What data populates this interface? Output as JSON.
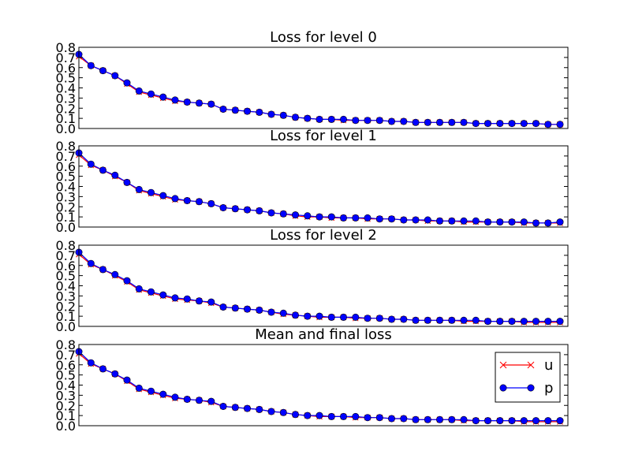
{
  "colors": {
    "u": "#ff0000",
    "p": "#0000ff",
    "axes": "#000000",
    "background": "#ffffff"
  },
  "chart_data": [
    {
      "type": "line",
      "title": "Loss for level 0",
      "ylim": [
        0.0,
        0.8
      ],
      "yticks": [
        "0.0",
        "0.1",
        "0.2",
        "0.3",
        "0.4",
        "0.5",
        "0.6",
        "0.7",
        "0.8"
      ],
      "x": [
        0,
        1,
        2,
        3,
        4,
        5,
        6,
        7,
        8,
        9,
        10,
        11,
        12,
        13,
        14,
        15,
        16,
        17,
        18,
        19,
        20,
        21,
        22,
        23,
        24,
        25,
        26,
        27,
        28,
        29,
        30,
        31,
        32,
        33,
        34,
        35,
        36,
        37,
        38,
        39,
        40
      ],
      "series": [
        {
          "name": "u",
          "marker": "x",
          "values": [
            0.71,
            0.62,
            0.57,
            0.52,
            0.44,
            0.36,
            0.33,
            0.3,
            0.27,
            0.26,
            0.25,
            0.24,
            0.19,
            0.18,
            0.17,
            0.16,
            0.14,
            0.13,
            0.11,
            0.1,
            0.09,
            0.09,
            0.08,
            0.08,
            0.08,
            0.08,
            0.07,
            0.07,
            0.06,
            0.06,
            0.06,
            0.06,
            0.06,
            0.05,
            0.05,
            0.05,
            0.05,
            0.05,
            0.05,
            0.04,
            0.04
          ]
        },
        {
          "name": "p",
          "marker": "o",
          "values": [
            0.73,
            0.62,
            0.57,
            0.52,
            0.45,
            0.37,
            0.34,
            0.31,
            0.28,
            0.26,
            0.25,
            0.24,
            0.19,
            0.18,
            0.17,
            0.16,
            0.14,
            0.13,
            0.11,
            0.1,
            0.09,
            0.09,
            0.09,
            0.08,
            0.08,
            0.08,
            0.07,
            0.07,
            0.06,
            0.06,
            0.06,
            0.06,
            0.06,
            0.05,
            0.05,
            0.05,
            0.05,
            0.05,
            0.05,
            0.04,
            0.04
          ]
        }
      ]
    },
    {
      "type": "line",
      "title": "Loss for level 1",
      "ylim": [
        0.0,
        0.8
      ],
      "yticks": [
        "0.0",
        "0.1",
        "0.2",
        "0.3",
        "0.4",
        "0.5",
        "0.6",
        "0.7",
        "0.8"
      ],
      "x": [
        0,
        1,
        2,
        3,
        4,
        5,
        6,
        7,
        8,
        9,
        10,
        11,
        12,
        13,
        14,
        15,
        16,
        17,
        18,
        19,
        20,
        21,
        22,
        23,
        24,
        25,
        26,
        27,
        28,
        29,
        30,
        31,
        32,
        33,
        34,
        35,
        36,
        37,
        38,
        39,
        40
      ],
      "series": [
        {
          "name": "u",
          "marker": "x",
          "values": [
            0.71,
            0.61,
            0.56,
            0.5,
            0.44,
            0.36,
            0.33,
            0.3,
            0.27,
            0.26,
            0.25,
            0.23,
            0.19,
            0.18,
            0.17,
            0.16,
            0.14,
            0.13,
            0.11,
            0.1,
            0.1,
            0.09,
            0.09,
            0.09,
            0.08,
            0.08,
            0.08,
            0.07,
            0.07,
            0.06,
            0.06,
            0.06,
            0.05,
            0.05,
            0.05,
            0.05,
            0.05,
            0.04,
            0.04,
            0.04,
            0.04
          ]
        },
        {
          "name": "p",
          "marker": "o",
          "values": [
            0.73,
            0.62,
            0.56,
            0.51,
            0.44,
            0.37,
            0.34,
            0.31,
            0.28,
            0.26,
            0.25,
            0.23,
            0.19,
            0.18,
            0.17,
            0.16,
            0.14,
            0.13,
            0.12,
            0.11,
            0.1,
            0.1,
            0.09,
            0.09,
            0.09,
            0.08,
            0.08,
            0.07,
            0.07,
            0.07,
            0.06,
            0.06,
            0.06,
            0.06,
            0.05,
            0.05,
            0.05,
            0.05,
            0.04,
            0.04,
            0.05
          ]
        }
      ]
    },
    {
      "type": "line",
      "title": "Loss for level 2",
      "ylim": [
        0.0,
        0.8
      ],
      "yticks": [
        "0.0",
        "0.1",
        "0.2",
        "0.3",
        "0.4",
        "0.5",
        "0.6",
        "0.7",
        "0.8"
      ],
      "x": [
        0,
        1,
        2,
        3,
        4,
        5,
        6,
        7,
        8,
        9,
        10,
        11,
        12,
        13,
        14,
        15,
        16,
        17,
        18,
        19,
        20,
        21,
        22,
        23,
        24,
        25,
        26,
        27,
        28,
        29,
        30,
        31,
        32,
        33,
        34,
        35,
        36,
        37,
        38,
        39,
        40
      ],
      "series": [
        {
          "name": "u",
          "marker": "x",
          "values": [
            0.71,
            0.61,
            0.56,
            0.5,
            0.44,
            0.36,
            0.33,
            0.3,
            0.27,
            0.26,
            0.25,
            0.23,
            0.19,
            0.18,
            0.17,
            0.16,
            0.14,
            0.12,
            0.11,
            0.1,
            0.09,
            0.09,
            0.09,
            0.08,
            0.08,
            0.08,
            0.07,
            0.07,
            0.06,
            0.06,
            0.06,
            0.06,
            0.05,
            0.05,
            0.05,
            0.05,
            0.05,
            0.04,
            0.04,
            0.04,
            0.04
          ]
        },
        {
          "name": "p",
          "marker": "o",
          "values": [
            0.73,
            0.62,
            0.56,
            0.51,
            0.45,
            0.37,
            0.34,
            0.31,
            0.28,
            0.27,
            0.25,
            0.24,
            0.19,
            0.18,
            0.17,
            0.16,
            0.14,
            0.13,
            0.11,
            0.1,
            0.1,
            0.09,
            0.09,
            0.09,
            0.08,
            0.08,
            0.07,
            0.07,
            0.06,
            0.06,
            0.06,
            0.06,
            0.06,
            0.06,
            0.05,
            0.05,
            0.05,
            0.05,
            0.05,
            0.05,
            0.05
          ]
        }
      ]
    },
    {
      "type": "line",
      "title": "Mean and final loss",
      "ylim": [
        0.0,
        0.8
      ],
      "yticks": [
        "0.0",
        "0.1",
        "0.2",
        "0.3",
        "0.4",
        "0.5",
        "0.6",
        "0.7",
        "0.8"
      ],
      "legend": {
        "placement": "top-right",
        "entries": [
          "u",
          "p"
        ]
      },
      "x": [
        0,
        1,
        2,
        3,
        4,
        5,
        6,
        7,
        8,
        9,
        10,
        11,
        12,
        13,
        14,
        15,
        16,
        17,
        18,
        19,
        20,
        21,
        22,
        23,
        24,
        25,
        26,
        27,
        28,
        29,
        30,
        31,
        32,
        33,
        34,
        35,
        36,
        37,
        38,
        39,
        40
      ],
      "series": [
        {
          "name": "u",
          "marker": "x",
          "values": [
            0.71,
            0.61,
            0.56,
            0.51,
            0.44,
            0.36,
            0.33,
            0.3,
            0.27,
            0.26,
            0.25,
            0.23,
            0.19,
            0.18,
            0.17,
            0.16,
            0.14,
            0.13,
            0.11,
            0.1,
            0.09,
            0.09,
            0.09,
            0.08,
            0.08,
            0.08,
            0.07,
            0.07,
            0.06,
            0.06,
            0.06,
            0.06,
            0.05,
            0.05,
            0.05,
            0.05,
            0.05,
            0.04,
            0.04,
            0.04,
            0.04
          ]
        },
        {
          "name": "p",
          "marker": "o",
          "values": [
            0.73,
            0.62,
            0.56,
            0.51,
            0.45,
            0.37,
            0.34,
            0.31,
            0.28,
            0.26,
            0.25,
            0.24,
            0.19,
            0.18,
            0.17,
            0.16,
            0.14,
            0.13,
            0.11,
            0.1,
            0.1,
            0.09,
            0.09,
            0.09,
            0.08,
            0.08,
            0.07,
            0.07,
            0.06,
            0.06,
            0.06,
            0.06,
            0.06,
            0.05,
            0.05,
            0.05,
            0.05,
            0.05,
            0.05,
            0.05,
            0.05
          ]
        }
      ]
    }
  ]
}
